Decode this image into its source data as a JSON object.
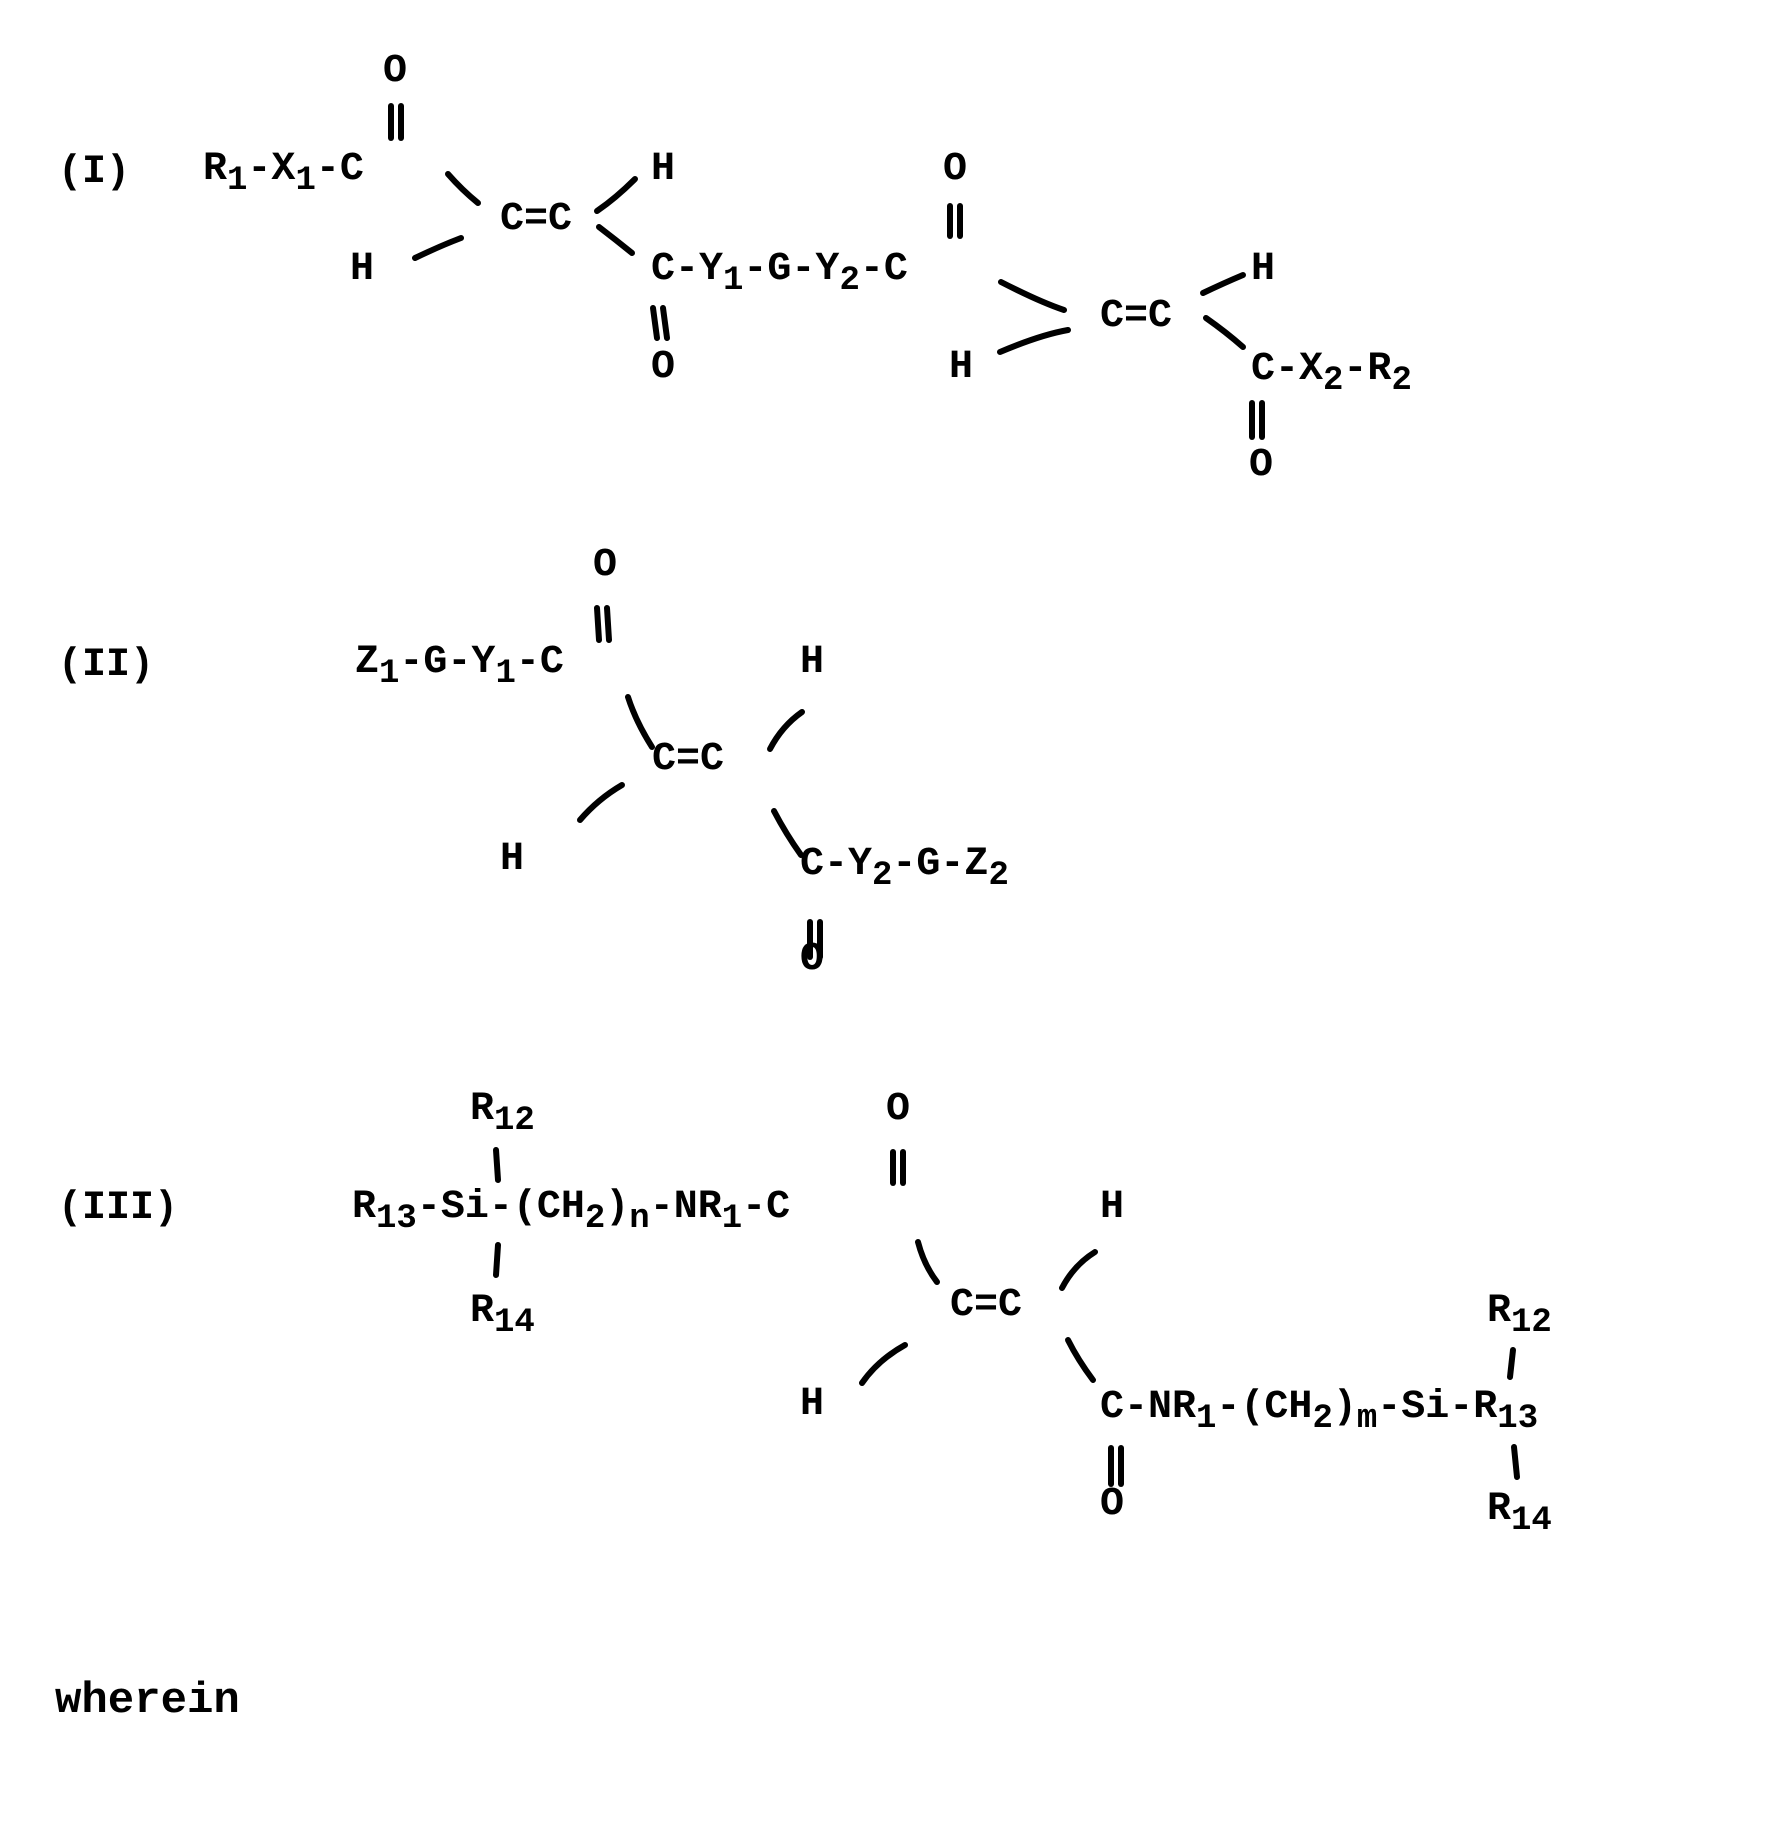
{
  "formulas": [
    {
      "id": "I",
      "label": "(I)",
      "atoms": {
        "o_top_left": "O",
        "r1x1c": {
          "a": "R",
          "a_sub": "1",
          "b": "-X",
          "b_sub": "1",
          "c": "-C"
        },
        "h_upper_1": "H",
        "cc_1": "C=C",
        "h_lower_1": "H",
        "o_top_mid": "O",
        "chain": {
          "a": "C-Y",
          "a_sub": "1",
          "b": "-G-Y",
          "b_sub": "2",
          "c": "-C"
        },
        "o_bottom_1": "O",
        "cc_2": "C=C",
        "h_upper_2": "H",
        "h_lower_2": "H",
        "cx2r2": {
          "a": "C-X",
          "a_sub": "2",
          "b": "-R",
          "b_sub": "2"
        },
        "o_bottom_2": "O"
      }
    },
    {
      "id": "II",
      "label": "(II)",
      "atoms": {
        "o_top": "O",
        "z1gy1c": {
          "a": "Z",
          "a_sub": "1",
          "b": "-G-Y",
          "b_sub": "1",
          "c": "-C"
        },
        "h_upper": "H",
        "cc": "C=C",
        "h_lower": "H",
        "cy2gz2": {
          "a": "C-Y",
          "a_sub": "2",
          "b": "-G-Z",
          "b_sub": "2"
        },
        "o_bottom": "O"
      }
    },
    {
      "id": "III",
      "label": "(III)",
      "atoms": {
        "r12_left": {
          "a": "R",
          "a_sub": "12"
        },
        "o_top": "O",
        "main_left": {
          "a": "R",
          "a_sub": "13",
          "b": "-Si-(CH",
          "b_sub": "2",
          "c": ")",
          "c_sub": "n",
          "d": "-NR",
          "d_sub": "1",
          "e": "-C"
        },
        "h_upper": "H",
        "r14_left": {
          "a": "R",
          "a_sub": "14"
        },
        "cc": "C=C",
        "r12_right": {
          "a": "R",
          "a_sub": "12"
        },
        "h_lower": "H",
        "main_right": {
          "a": "C-NR",
          "a_sub": "1",
          "b": "-(CH",
          "b_sub": "2",
          "c": ")",
          "c_sub": "m",
          "d": "-Si-R",
          "d_sub": "13"
        },
        "o_bottom": "O",
        "r14_right": {
          "a": "R",
          "a_sub": "14"
        }
      }
    }
  ],
  "footer_text": "wherein"
}
